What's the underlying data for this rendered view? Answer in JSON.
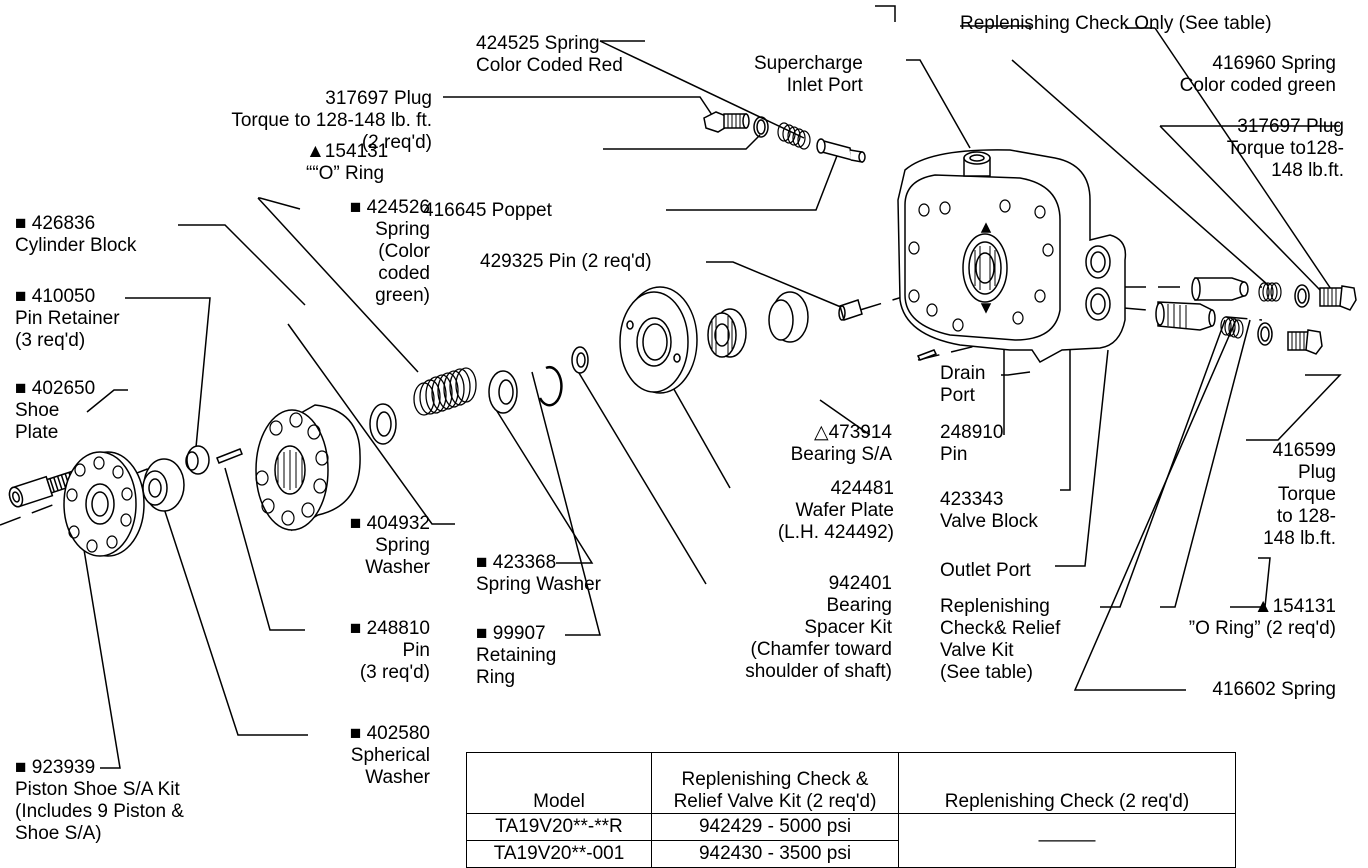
{
  "labels": {
    "top_check_only": "Replenishing Check Only (See table)",
    "spring_424525": [
      "424525 Spring",
      "Color Coded Red"
    ],
    "supercharge": [
      "Supercharge",
      "Inlet Port"
    ],
    "spring_416960": [
      "416960 Spring",
      "Color coded green"
    ],
    "plug_317697_left": [
      "317697 Plug",
      "Torque to 128-148 lb. ft.",
      "(2 req'd)"
    ],
    "plug_317697_right": [
      "317697 Plug",
      "Torque to128-",
      "148 lb.ft."
    ],
    "oring_154131_top": [
      "▲154131",
      "““O” Ring"
    ],
    "poppet": "416645 Poppet",
    "cyl_block": [
      "■ 426836",
      "Cylinder Block"
    ],
    "spring_424526": [
      "■ 424526",
      "Spring",
      "(Color",
      "coded",
      "green)"
    ],
    "pin_429325": "429325 Pin (2 req'd)",
    "pin_retainer": [
      "■ 410050",
      "Pin Retainer",
      "(3 req'd)"
    ],
    "shoe_plate": [
      "■ 402650",
      "Shoe",
      "Plate"
    ],
    "drain": [
      "Drain",
      "Port"
    ],
    "bearing": [
      "△473914",
      "Bearing S/A"
    ],
    "pin_248910": [
      "248910",
      "Pin"
    ],
    "plug_416599": [
      "416599",
      "Plug",
      "Torque",
      "to 128-",
      "148 lb.ft."
    ],
    "wafer": [
      "424481",
      "Wafer Plate",
      "(L.H. 424492)"
    ],
    "valve_block": [
      "423343",
      "Valve Block"
    ],
    "spring_washer_404932": [
      "■ 404932",
      "Spring",
      "Washer"
    ],
    "spring_washer_423368": [
      "■ 423368",
      "Spring Washer"
    ],
    "outlet": "Outlet Port",
    "spacer_kit": [
      "942401",
      "Bearing",
      "Spacer Kit",
      "(Chamfer toward",
      "shoulder of shaft)"
    ],
    "relief_kit": [
      "Replenishing",
      "Check& Relief",
      "Valve Kit",
      "(See table)"
    ],
    "oring_154131_right": [
      "▲154131",
      "”O Ring” (2 req'd)"
    ],
    "pin_248810": [
      "■ 248810",
      "Pin",
      "(3 req'd)"
    ],
    "retaining_ring": [
      "■ 99907",
      "Retaining",
      "Ring"
    ],
    "spring_416602": "416602 Spring",
    "spherical_washer": [
      "■ 402580",
      "Spherical",
      "Washer"
    ],
    "piston_kit": [
      "■ 923939",
      "Piston Shoe S/A Kit",
      "(Includes 9 Piston &",
      "Shoe S/A)"
    ]
  },
  "table": {
    "headers": [
      "Model",
      "Replenishing Check & Relief Valve Kit (2 req'd)",
      "Replenishing Check (2 req'd)"
    ],
    "rows": [
      [
        "TA19V20**-**R",
        "942429 - 5000 psi",
        "———"
      ],
      [
        "TA19V20**-001",
        "942430 - 3500 psi",
        ""
      ]
    ]
  }
}
